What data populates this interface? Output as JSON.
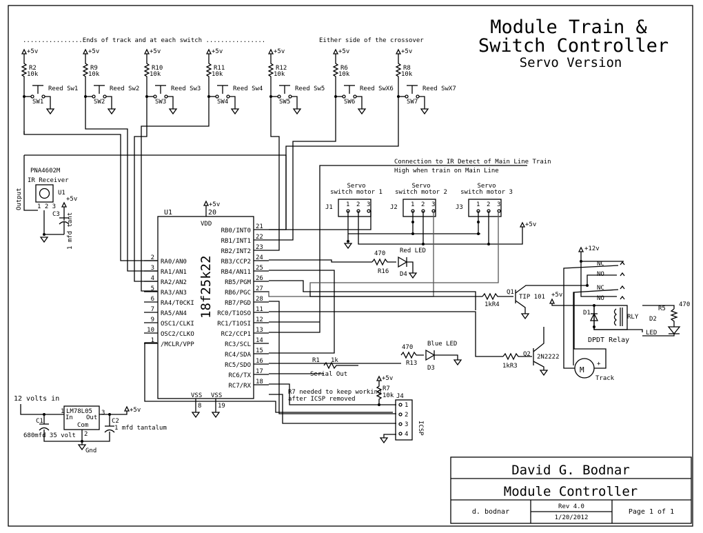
{
  "title": {
    "line1": "Module Train &",
    "line2": "Switch Controller",
    "line3": "Servo Version"
  },
  "notes": {
    "track_ends": "................Ends of track and at each switch ................",
    "crossover": "Either side of the crossover",
    "ir_connection": "Connection to IR Detect of Main Line Train",
    "ir_high": "High when train on Main Line",
    "r7_note_1": "R7 needed to keep working",
    "r7_note_2": "after ICSP removed",
    "power_in": "12 volts in",
    "gnd": "Gnd"
  },
  "power_labels": {
    "p5v": "+5v",
    "p12v": "+12v"
  },
  "reed_switches": [
    {
      "res": "R2",
      "val": "10k",
      "label": "Reed Sw1",
      "sw": "SW1"
    },
    {
      "res": "R9",
      "val": "10k",
      "label": "Reed Sw2",
      "sw": "SW2"
    },
    {
      "res": "R10",
      "val": "10k",
      "label": "Reed Sw3",
      "sw": "SW3"
    },
    {
      "res": "R11",
      "val": "10k",
      "label": "Reed Sw4",
      "sw": "SW4"
    },
    {
      "res": "R12",
      "val": "10k",
      "label": "Reed Sw5",
      "sw": "SW5"
    },
    {
      "res": "R6",
      "val": "10k",
      "label": "Reed SwX6",
      "sw": "SW6"
    },
    {
      "res": "R8",
      "val": "10k",
      "label": "Reed SwX7",
      "sw": "SW7"
    }
  ],
  "ir_receiver": {
    "part": "PNA4602M",
    "desc": "IR Receiver",
    "ref": "U1",
    "pins": "1 2 3",
    "output": "Output",
    "cap_ref": "C3",
    "cap_val": "1 mfd tant"
  },
  "mcu": {
    "ref": "U1",
    "part": "18f25k22",
    "vdd": "VDD",
    "vdd_pin": "20",
    "vss": "VSS",
    "vss_pins": [
      "8",
      "19"
    ],
    "left_pins": [
      {
        "num": "2",
        "name": "RA0/AN0"
      },
      {
        "num": "3",
        "name": "RA1/AN1"
      },
      {
        "num": "4",
        "name": "RA2/AN2"
      },
      {
        "num": "5",
        "name": "RA3/AN3"
      },
      {
        "num": "6",
        "name": "RA4/T0CKI"
      },
      {
        "num": "7",
        "name": "RA5/AN4"
      },
      {
        "num": "9",
        "name": "OSC1/CLKI"
      },
      {
        "num": "10",
        "name": "OSC2/CLKO"
      },
      {
        "num": "1",
        "name": "/MCLR/VPP"
      }
    ],
    "right_pins": [
      {
        "num": "21",
        "name": "RB0/INT0"
      },
      {
        "num": "22",
        "name": "RB1/INT1"
      },
      {
        "num": "23",
        "name": "RB2/INT2"
      },
      {
        "num": "24",
        "name": "RB3/CCP2"
      },
      {
        "num": "25",
        "name": "RB4/AN11"
      },
      {
        "num": "26",
        "name": "RB5/PGM"
      },
      {
        "num": "27",
        "name": "RB6/PGC"
      },
      {
        "num": "28",
        "name": "RB7/PGD"
      },
      {
        "num": "11",
        "name": "RC0/T1OSO"
      },
      {
        "num": "12",
        "name": "RC1/T1OSI"
      },
      {
        "num": "13",
        "name": "RC2/CCP1"
      },
      {
        "num": "14",
        "name": "RC3/SCL"
      },
      {
        "num": "15",
        "name": "RC4/SDA"
      },
      {
        "num": "16",
        "name": "RC5/SDO"
      },
      {
        "num": "17",
        "name": "RC6/TX"
      },
      {
        "num": "18",
        "name": "RC7/RX"
      }
    ]
  },
  "servos": [
    {
      "ref": "J1",
      "line1": "Servo",
      "line2": "switch motor 1",
      "pins": [
        "1",
        "2",
        "3"
      ]
    },
    {
      "ref": "J2",
      "line1": "Servo",
      "line2": "switch motor 2",
      "pins": [
        "1",
        "2",
        "3"
      ]
    },
    {
      "ref": "J3",
      "line1": "Servo",
      "line2": "switch motor 3",
      "pins": [
        "1",
        "2",
        "3"
      ]
    }
  ],
  "red_led": {
    "res_val": "470",
    "res_ref": "R16",
    "label": "Red LED",
    "ref": "D4"
  },
  "blue_led": {
    "res_val": "470",
    "res_ref": "R13",
    "label": "Blue LED",
    "ref": "D3"
  },
  "serial": {
    "ref": "R1",
    "val": "1k",
    "label": "Serial Out"
  },
  "icsp": {
    "r_ref": "R7",
    "r_val": "10k",
    "ref": "J4",
    "label": "ICSP",
    "pins": [
      "1",
      "2",
      "3",
      "4"
    ]
  },
  "regulator": {
    "part": "LM78L05",
    "in": "In",
    "out": "Out",
    "com": "Com",
    "pin_in": "1",
    "pin_com": "2",
    "pin_out": "3",
    "c1_ref": "C1",
    "c1_val": "680mfd  35 volt",
    "c2_ref": "C2",
    "c2_val": "1 mfd tantalum"
  },
  "q1": {
    "ref": "Q1",
    "part": "TIP 101",
    "res": "1kR4"
  },
  "q2": {
    "ref": "Q2",
    "part": "2N2222",
    "res": "1kR3"
  },
  "relay": {
    "nc": "NC",
    "no": "NO",
    "d1": "D1",
    "rly": "RLY",
    "label": "DPDT Relay",
    "r5": "R5",
    "r5_val": "470",
    "d2": "D2",
    "led": "LED"
  },
  "motor": {
    "symbol": "M",
    "plus": "+",
    "label": "Track"
  },
  "title_block": {
    "author": "David G. Bodnar",
    "project": "Module Controller",
    "drawn_by": "d. bodnar",
    "rev": "Rev 4.0",
    "date": "1/20/2012",
    "page": "Page 1 of 1"
  }
}
